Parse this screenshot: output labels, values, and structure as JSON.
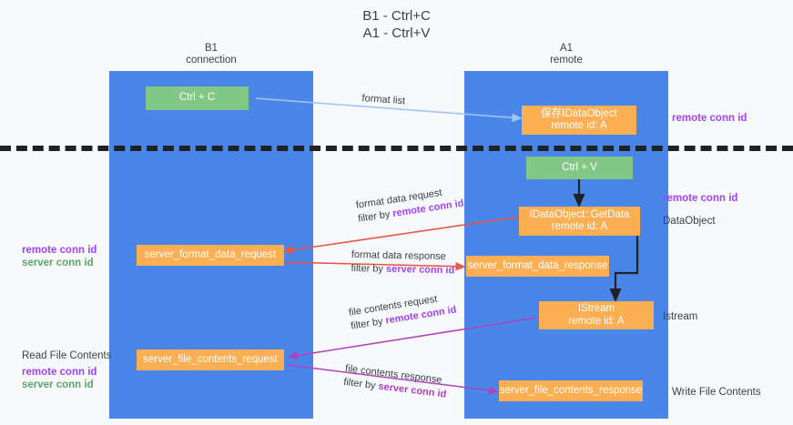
{
  "title": "B1 - Ctrl+C\nA1 - Ctrl+V",
  "lanes": [
    {
      "id": "b1",
      "title": "B1\nconnection"
    },
    {
      "id": "a1",
      "title": "A1\nremote"
    }
  ],
  "boxes": {
    "ctrl_c": {
      "line1": "Ctrl + C",
      "line2": ""
    },
    "save_idataobject": {
      "line1": "保存IDataObject",
      "line2": "remote id: A"
    },
    "ctrl_v": {
      "line1": "Ctrl + V",
      "line2": ""
    },
    "getdata": {
      "line1": "IDataObject::GetData",
      "line2": "remote id: A"
    },
    "server_format_data_request": {
      "line1": "server_format_data_request",
      "line2": ""
    },
    "server_format_data_response": {
      "line1": "server_format_data_response",
      "line2": ""
    },
    "istream": {
      "line1": "IStream",
      "line2": "remote id: A"
    },
    "server_file_contents_request": {
      "line1": "server_file_contents_request",
      "line2": ""
    },
    "server_file_contents_response": {
      "line1": "server_file_contents_response",
      "line2": ""
    }
  },
  "arrow_labels": {
    "format_list": "format list",
    "format_data_request": "format data request",
    "format_data_request_filter_prefix": "filter by ",
    "format_data_request_filter_key": "remote conn id",
    "format_data_response": "format data response",
    "format_data_response_filter_prefix": "filter by ",
    "format_data_response_filter_key": "server conn id",
    "file_contents_request": "file contents request",
    "file_contents_request_filter_prefix": "filter by ",
    "file_contents_request_filter_key": "remote conn id",
    "file_contents_response": "file contents response",
    "file_contents_response_filter_prefix": "filter by ",
    "file_contents_response_filter_key": "server conn id"
  },
  "right_labels": {
    "remote_conn_id_top": "remote conn id",
    "remote_conn_id_mid": "remote conn id",
    "dataobject": "DataObject",
    "istream": "Istream",
    "write_file_contents": "Write File Contents"
  },
  "left_labels": {
    "remote_conn_id": "remote conn id",
    "server_conn_id": "server conn id",
    "read_file_contents": "Read File Contents",
    "remote_conn_id_2": "remote conn id",
    "server_conn_id_2": "server conn id"
  },
  "colors": {
    "lane": "#4a86e8",
    "green_box": "#82c785",
    "orange_box": "#fbaf52",
    "purple": "#a142f4",
    "green_text": "#5aa469",
    "magenta": "#b23fc0",
    "red_arrow": "#e8564a",
    "blue_arrow": "#9fc5f8",
    "black": "#202124",
    "background": "#f8f9fa"
  }
}
